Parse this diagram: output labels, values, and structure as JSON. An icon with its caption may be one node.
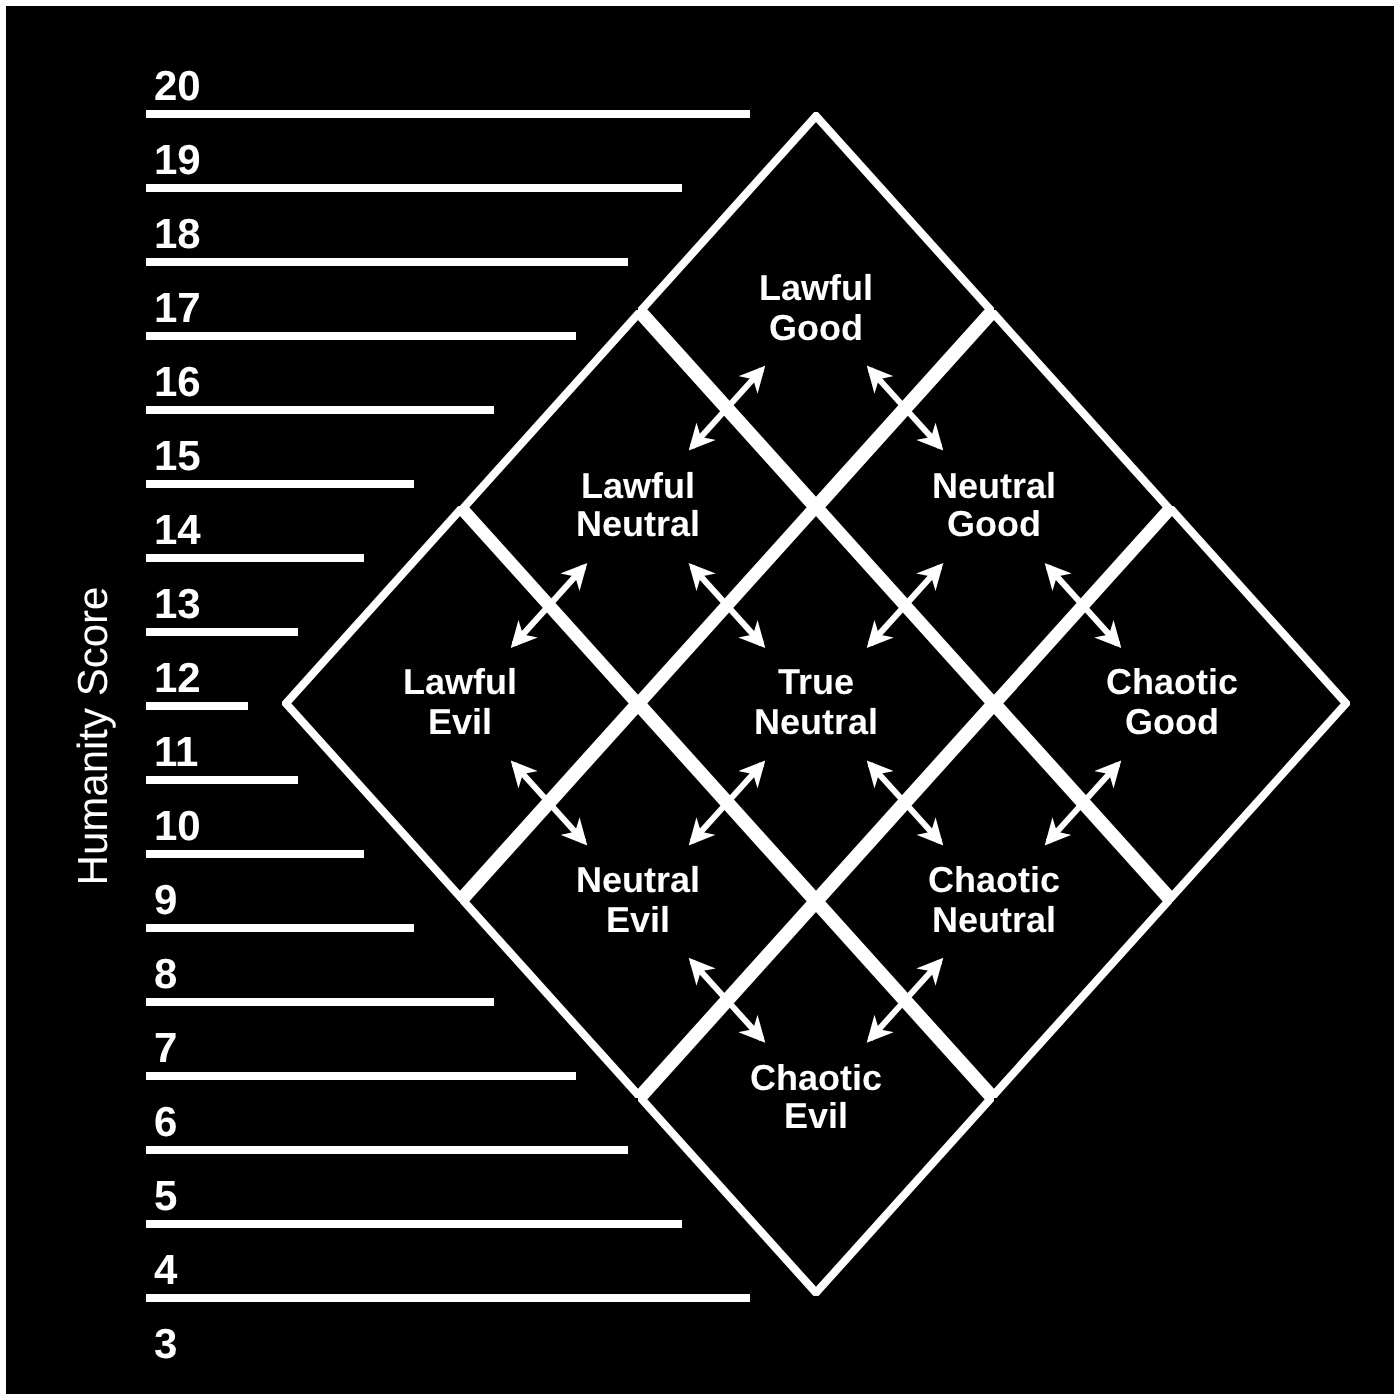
{
  "diagram": {
    "nodes": [
      {
        "text": [
          "Lawful Good"
        ]
      },
      {
        "text": [
          "Lawful Neutral"
        ]
      },
      {
        "text": [
          "Neutral Good"
        ]
      },
      {
        "text": [
          "Lawful Evil"
        ]
      },
      {
        "text": [
          "True Neutral"
        ]
      },
      {
        "text": [
          "Chaotic Good"
        ]
      },
      {
        "text": [
          "Neutral Evil"
        ]
      },
      {
        "text": [
          "Chaotic Neutral"
        ]
      },
      {
        "text": [
          "Chaotic Evil"
        ]
      }
    ],
    "edges": [
      {
        "from": 0,
        "to": 1,
        "arrow": "both"
      },
      {
        "from": 0,
        "to": 2,
        "arrow": "both"
      },
      {
        "from": 1,
        "to": 3,
        "arrow": "both"
      },
      {
        "from": 1,
        "to": 4,
        "arrow": "both"
      },
      {
        "from": 2,
        "to": 4,
        "arrow": "both"
      },
      {
        "from": 2,
        "to": 5,
        "arrow": "both"
      },
      {
        "from": 3,
        "to": 6,
        "arrow": "both"
      },
      {
        "from": 4,
        "to": 6,
        "arrow": "both"
      },
      {
        "from": 4,
        "to": 7,
        "arrow": "both"
      },
      {
        "from": 5,
        "to": 7,
        "arrow": "both"
      },
      {
        "from": 6,
        "to": 8,
        "arrow": "both"
      },
      {
        "from": 7,
        "to": 8,
        "arrow": "both"
      }
    ],
    "labels": [
      "Humanity Score",
      "20",
      "19",
      "18",
      "17",
      "16",
      "15",
      "14",
      "13",
      "12",
      "11",
      "10",
      "9",
      "8",
      "7",
      "6",
      "5",
      "4",
      "3"
    ]
  }
}
